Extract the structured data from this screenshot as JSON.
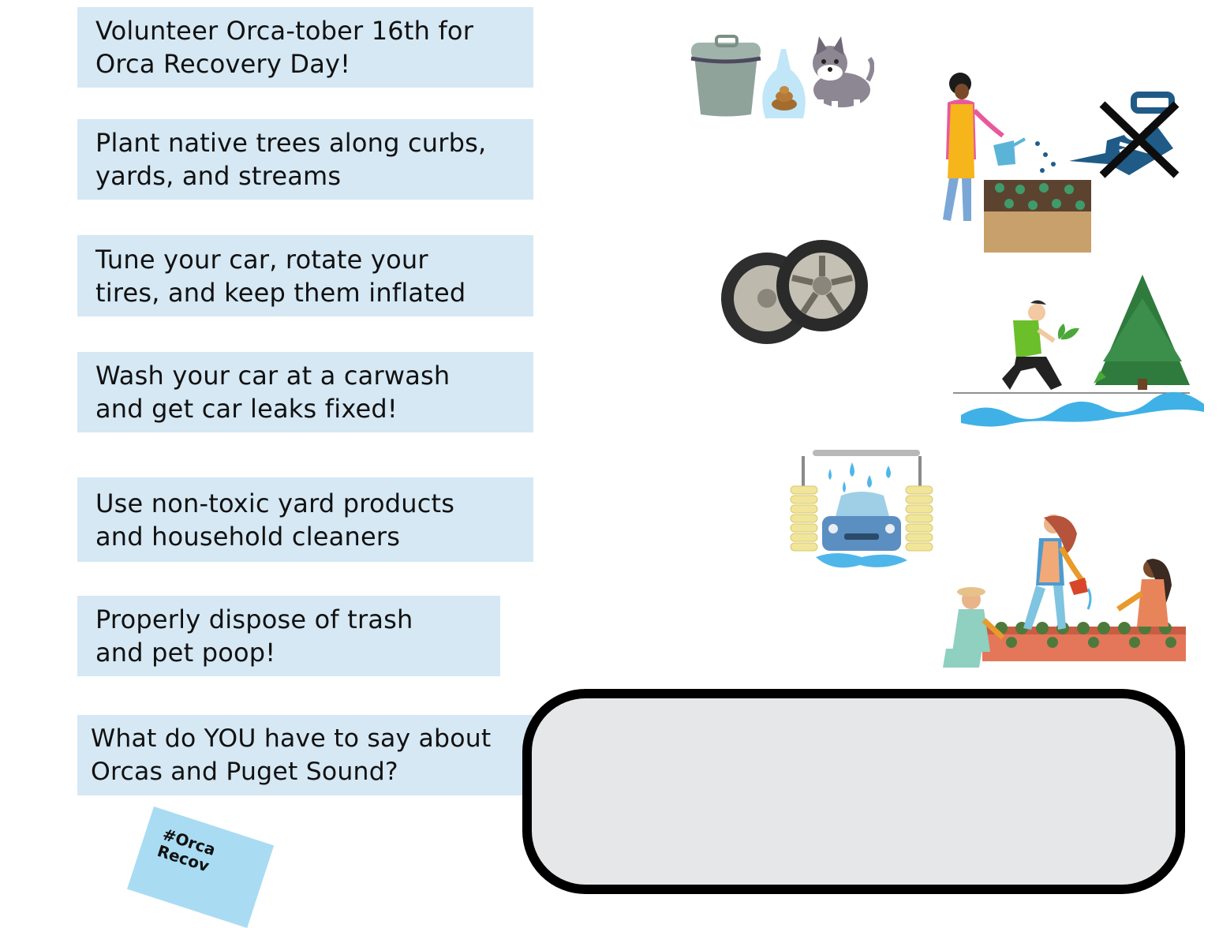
{
  "tips": [
    {
      "line1": "Volunteer Orca-tober 16th for",
      "line2": "Orca Recovery Day!"
    },
    {
      "line1": "Plant native trees along curbs,",
      "line2": "yards, and streams"
    },
    {
      "line1": "Tune your car, rotate your",
      "line2": "tires, and keep them inflated"
    },
    {
      "line1": "Wash your car at a carwash",
      "line2": "and get car leaks fixed!"
    },
    {
      "line1": "Use non-toxic yard products",
      "line2": "and household cleaners"
    },
    {
      "line1": "Properly dispose of trash",
      "line2": "and pet poop!"
    },
    {
      "line1": "What do YOU have to say about",
      "line2": "Orcas and Puget Sound?"
    }
  ],
  "sticker": {
    "line1": "#Orca",
    "line2": "Recov"
  },
  "icons": {
    "trash_pet": "trash-can-poop-bag-dog-icon",
    "gardener": "gardener-watering-no-pesticide-icon",
    "tires": "car-tires-icon",
    "tree_planter": "person-planting-tree-by-stream-icon",
    "carwash": "carwash-icon",
    "garden_group": "people-gardening-icon"
  },
  "colors": {
    "card_bg": "#d5e8f4",
    "box_border": "#000000",
    "box_fill": "#e6e7e9",
    "sticker_bg": "#a9dcf3"
  }
}
